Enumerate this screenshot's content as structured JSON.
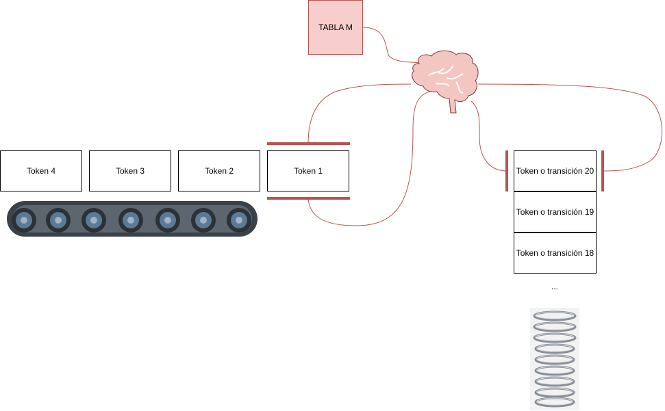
{
  "tabla": {
    "label": "TABLA M"
  },
  "queue": {
    "tokens": [
      "Token 4",
      "Token 3",
      "Token 2",
      "Token 1"
    ]
  },
  "stack": {
    "items": [
      "Token o transición 20",
      "Token o transición 19",
      "Token o transición 18"
    ],
    "ellipsis": "..."
  },
  "colors": {
    "link": "#b85450",
    "table_fill": "#f8cecc",
    "brain_fill": "#f4c6c2",
    "conveyor": "#3b4148",
    "gear": "#5a7a96"
  },
  "icons": [
    "brain-icon",
    "conveyor-belt-icon",
    "spring-icon"
  ]
}
